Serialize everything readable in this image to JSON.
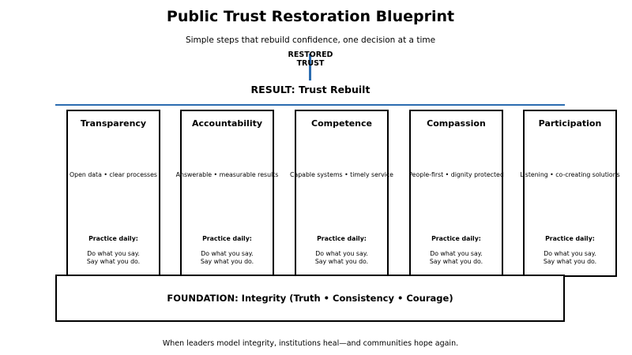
{
  "title": "Public Trust Restoration Blueprint",
  "subtitle": "Simple steps that rebuild confidence, one decision at a time",
  "roof": {
    "label": "RESTORED\nTRUST"
  },
  "result": "RESULT: Trust Rebuilt",
  "pillars": [
    {
      "title": "Transparency",
      "description": "Open data • clear processes",
      "practice_label": "Practice daily:",
      "practice_text": "Do what you say.\nSay what you do."
    },
    {
      "title": "Accountability",
      "description": "Answerable • measurable results",
      "practice_label": "Practice daily:",
      "practice_text": "Do what you say.\nSay what you do."
    },
    {
      "title": "Competence",
      "description": "Capable systems • timely service",
      "practice_label": "Practice daily:",
      "practice_text": "Do what you say.\nSay what you do."
    },
    {
      "title": "Compassion",
      "description": "People-first • dignity protected",
      "practice_label": "Practice daily:",
      "practice_text": "Do what you say.\nSay what you do."
    },
    {
      "title": "Participation",
      "description": "Listening • co-creating solutions",
      "practice_label": "Practice daily:",
      "practice_text": "Do what you say.\nSay what you do."
    }
  ],
  "foundation": "FOUNDATION: Integrity (Truth • Consistency • Courage)",
  "footer": "When leaders model integrity, institutions heal—and communities hope again.",
  "colors": {
    "accent": "#2b6cb0",
    "outline": "#000000",
    "background": "#ffffff"
  }
}
